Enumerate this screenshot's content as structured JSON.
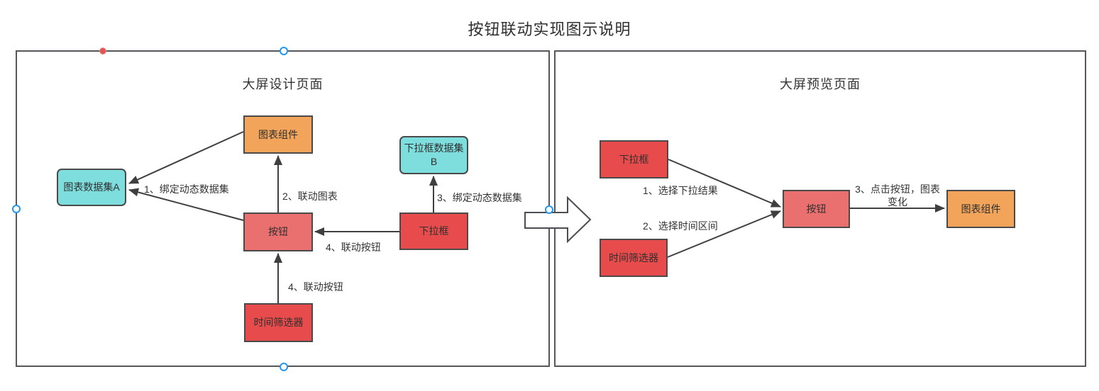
{
  "title": "按钮联动实现图示说明",
  "left_panel": {
    "title": "大屏设计页面",
    "nodes": {
      "chart_component": "图表组件",
      "chart_dataset_a": "图表数据集A",
      "dropdown_dataset_b": "下拉框数据集B",
      "button": "按钮",
      "dropdown": "下拉框",
      "time_filter": "时间筛选器"
    },
    "edge_labels": {
      "bind_dataset_a": "1、绑定动态数据集",
      "link_chart": "2、联动图表",
      "bind_dataset_b": "3、绑定动态数据集",
      "link_button_from_dropdown": "4、联动按钮",
      "link_button_from_time": "4、联动按钮"
    }
  },
  "right_panel": {
    "title": "大屏预览页面",
    "nodes": {
      "dropdown": "下拉框",
      "time_filter": "时间筛选器",
      "button": "按钮",
      "chart_component": "图表组件"
    },
    "edge_labels": {
      "select_dropdown_result": "1、选择下拉结果",
      "select_time_range": "2、选择时间区间",
      "click_button_chart_changes": "3、点击按钮，图表变化"
    }
  },
  "colors": {
    "node_red": "#E84B4B",
    "node_salmon": "#EA6F6F",
    "node_orange": "#F2A45A",
    "node_cyan": "#7EDEDE",
    "node_border": "#4A4A4A",
    "connector": "#3F3F3F",
    "panel_border": "#55575B",
    "handle_blue": "#2196F3",
    "handle_red": "#E25555"
  }
}
